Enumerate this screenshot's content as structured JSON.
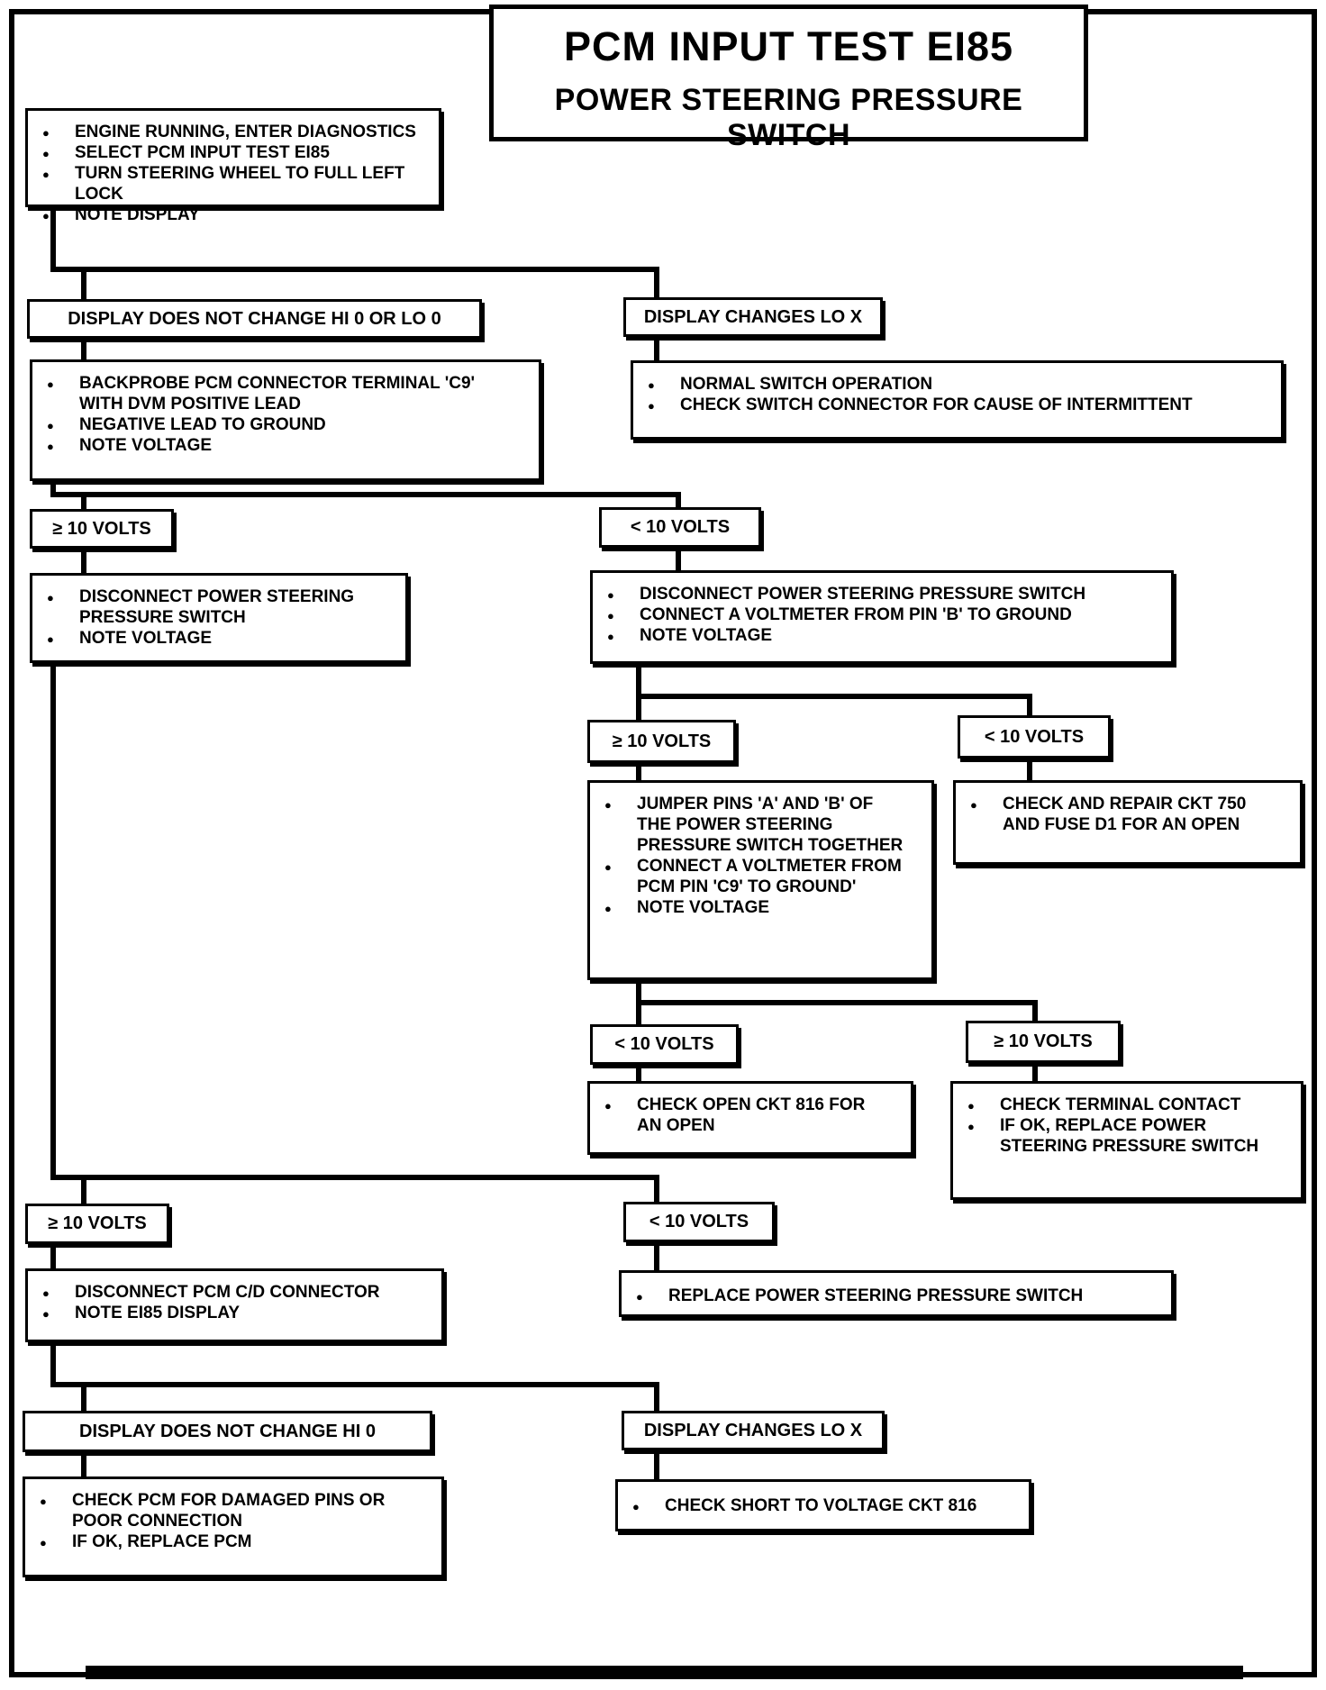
{
  "page": {
    "background": "#ffffff",
    "ink": "#000000"
  },
  "title": {
    "line1": "PCM INPUT TEST EI85",
    "line2": "POWER STEERING PRESSURE SWITCH"
  },
  "nodes": {
    "start": {
      "bullets": [
        "ENGINE RUNNING, ENTER DIAGNOSTICS",
        "SELECT PCM INPUT TEST EI85",
        "TURN STEERING WHEEL TO FULL LEFT LOCK",
        "NOTE DISPLAY"
      ]
    },
    "display_no_change_1": {
      "label": "DISPLAY DOES NOT CHANGE HI 0 OR LO 0"
    },
    "display_changes_1": {
      "label": "DISPLAY CHANGES LO X"
    },
    "backprobe": {
      "bullets": [
        "BACKPROBE PCM CONNECTOR TERMINAL 'C9' WITH DVM POSITIVE LEAD",
        "NEGATIVE LEAD TO GROUND",
        "NOTE VOLTAGE"
      ]
    },
    "normal_switch": {
      "bullets": [
        "NORMAL SWITCH OPERATION",
        "CHECK SWITCH CONNECTOR FOR CAUSE OF INTERMITTENT"
      ]
    },
    "volts_ge10_a": {
      "label": "≥ 10 VOLTS"
    },
    "volts_lt10_a": {
      "label": "< 10 VOLTS"
    },
    "disconnect_switch": {
      "bullets": [
        "DISCONNECT POWER STEERING PRESSURE SWITCH",
        "NOTE VOLTAGE"
      ]
    },
    "disconnect_switch_voltmeter": {
      "bullets": [
        "DISCONNECT POWER STEERING PRESSURE SWITCH",
        "CONNECT A VOLTMETER FROM PIN 'B' TO GROUND",
        "NOTE VOLTAGE"
      ]
    },
    "volts_ge10_b": {
      "label": "≥ 10 VOLTS"
    },
    "volts_lt10_b": {
      "label": "< 10 VOLTS"
    },
    "jumper_pins": {
      "bullets": [
        "JUMPER PINS 'A' AND 'B' OF THE POWER STEERING PRESSURE SWITCH TOGETHER",
        "CONNECT A VOLTMETER FROM PCM PIN 'C9' TO GROUND'",
        "NOTE VOLTAGE"
      ]
    },
    "repair_ckt750": {
      "bullets": [
        "CHECK AND REPAIR CKT 750 AND FUSE D1 FOR AN OPEN"
      ]
    },
    "volts_lt10_c": {
      "label": "< 10 VOLTS"
    },
    "volts_ge10_c": {
      "label": "≥ 10 VOLTS"
    },
    "check_open_ckt816": {
      "bullets": [
        "CHECK OPEN CKT 816 FOR AN OPEN"
      ]
    },
    "terminal_contact": {
      "bullets": [
        "CHECK TERMINAL CONTACT",
        "IF OK, REPLACE POWER STEERING PRESSURE SWITCH"
      ]
    },
    "volts_ge10_d": {
      "label": "≥ 10 VOLTS"
    },
    "volts_lt10_d": {
      "label": "< 10 VOLTS"
    },
    "disconnect_pcm": {
      "bullets": [
        "DISCONNECT PCM C/D CONNECTOR",
        "NOTE EI85 DISPLAY"
      ]
    },
    "replace_switch": {
      "bullets": [
        "REPLACE POWER STEERING PRESSURE SWITCH"
      ]
    },
    "display_no_change_2": {
      "label": "DISPLAY DOES NOT CHANGE HI 0"
    },
    "display_changes_2": {
      "label": "DISPLAY CHANGES LO X"
    },
    "check_pcm": {
      "bullets": [
        "CHECK PCM FOR DAMAGED PINS OR POOR CONNECTION",
        "IF OK, REPLACE PCM"
      ]
    },
    "short_ckt816": {
      "bullets": [
        "CHECK SHORT TO VOLTAGE CKT 816"
      ]
    }
  }
}
